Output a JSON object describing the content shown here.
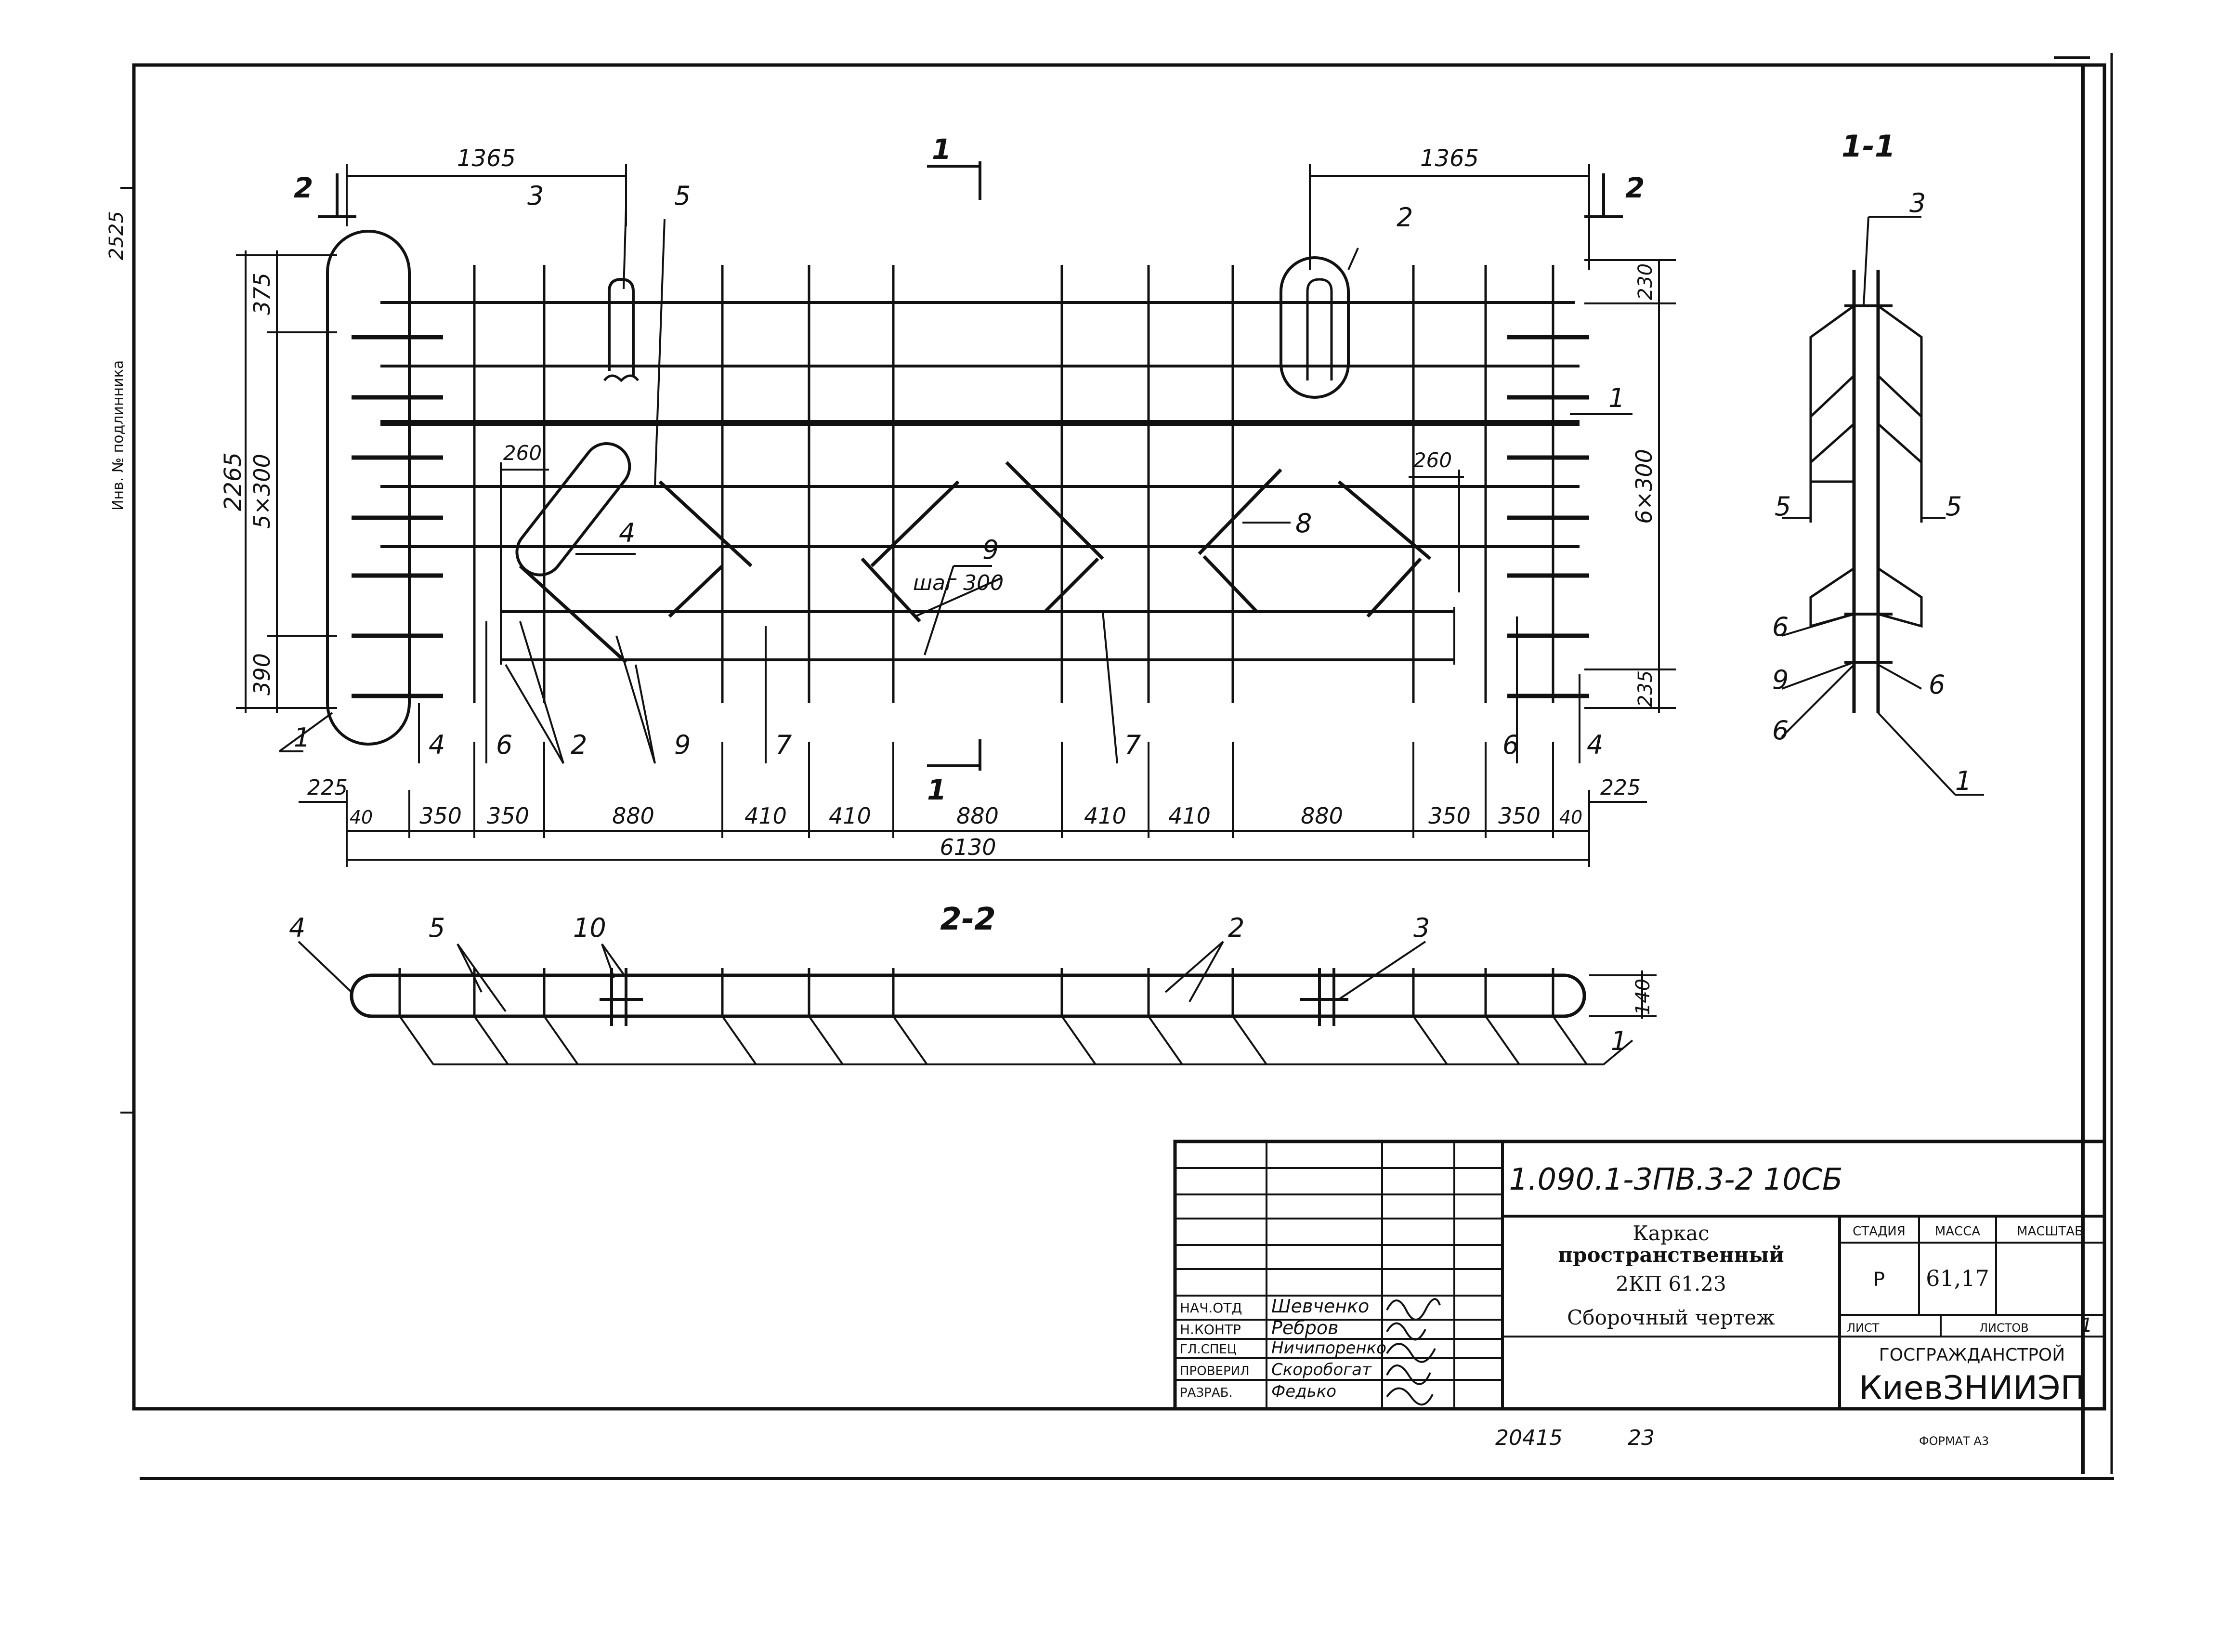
{
  "margin_note": "Инв. № подлинника",
  "margin_number": "2525",
  "plan": {
    "dims_top": {
      "left": "1365",
      "right": "1365"
    },
    "dims_left": {
      "total": "2265",
      "top": "375",
      "middle": "5×300",
      "bottom": "390"
    },
    "dims_right": {
      "top": "230",
      "middle": "6×300",
      "bottom": "235"
    },
    "dim_260_left": "260",
    "dim_260_right": "260",
    "dims_bottom": [
      "40",
      "350",
      "350",
      "880",
      "410",
      "410",
      "880",
      "410",
      "410",
      "880",
      "350",
      "350",
      "40"
    ],
    "dim_225_left": "225",
    "dim_225_right": "225",
    "dim_total": "6130",
    "step_label": "шаг 300",
    "labels": {
      "p1": "1",
      "p1r": "1",
      "p2a": "2",
      "p2b": "2",
      "p3": "3",
      "p4": "4",
      "p4b": "4",
      "p4r": "4",
      "p5": "5",
      "p6": "6",
      "p6r": "6",
      "p7": "7",
      "p7b": "7",
      "p8": "8",
      "p9": "9",
      "p9b": "9"
    },
    "section_1_top": "1",
    "section_1_bottom": "1",
    "section_2_left": "2",
    "section_2_right": "2"
  },
  "section_2_2": {
    "title": "2-2",
    "dim_height": "140",
    "labels": {
      "p4": "4",
      "p5": "5",
      "p10": "10",
      "p2": "2",
      "p3": "3",
      "p1": "1"
    }
  },
  "section_1_1": {
    "title": "1-1",
    "labels": {
      "p3": "3",
      "p5l": "5",
      "p5r": "5",
      "p6l": "6",
      "p9": "9",
      "p6b": "6",
      "p6r": "6",
      "p1": "1"
    }
  },
  "title_block": {
    "code": "1.090.1-3ПВ.3-2 10СБ",
    "name": [
      "Каркас",
      "пространственный",
      "2КП 61.23",
      "Сборочный чертеж"
    ],
    "stage_header": "СТАДИЯ",
    "mass_header": "МАССА",
    "scale_header": "МАСШТАБ",
    "stage": "Р",
    "mass": "61,17",
    "sheet_label": "ЛИСТ",
    "sheets_label": "ЛИСТОВ",
    "sheets": "1",
    "org1": "ГОСГРАЖДАНСТРОЙ",
    "org2": "КиевЗНИИЭП",
    "roles": [
      {
        "role": "НАЧ.ОТД",
        "name": "Шевченко"
      },
      {
        "role": "Н.КОНТР",
        "name": "Ребров"
      },
      {
        "role": "ГЛ.СПЕЦ",
        "name": "Ничипоренко"
      },
      {
        "role": "ПРОВЕРИЛ",
        "name": "Скоробогат"
      },
      {
        "role": "РАЗРАБ.",
        "name": "Федько"
      }
    ]
  },
  "footer": {
    "inv": "20415",
    "page": "23",
    "format": "ФОРМАТ А3"
  }
}
